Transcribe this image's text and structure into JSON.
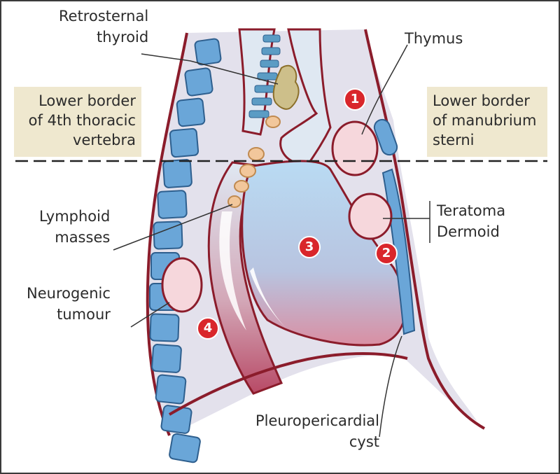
{
  "labels": {
    "retrosternal_thyroid": "Retrosternal\nthyroid",
    "thymus": "Thymus",
    "lower_border_t4": "Lower border\nof 4th thoracic\nvertebra",
    "lower_border_manubrium": "Lower border\nof manubrium\nsterni",
    "lymphoid_masses": "Lymphoid\nmasses",
    "teratoma_dermoid": "Teratoma\nDermoid",
    "neurogenic_tumour": "Neurogenic\ntumour",
    "pleuropericardial_cyst": "Pleuropericardial\ncyst"
  },
  "markers": [
    "1",
    "2",
    "3",
    "4"
  ],
  "colors": {
    "outline": "#8b1c2b",
    "mediastinum_fill": "#e3e1ec",
    "vertebra_fill": "#6aa6d8",
    "mass_fill": "#f6d7dc",
    "node_fill": "#f2c79b",
    "marker": "#d9262b",
    "label_box": "#efe8cf"
  }
}
